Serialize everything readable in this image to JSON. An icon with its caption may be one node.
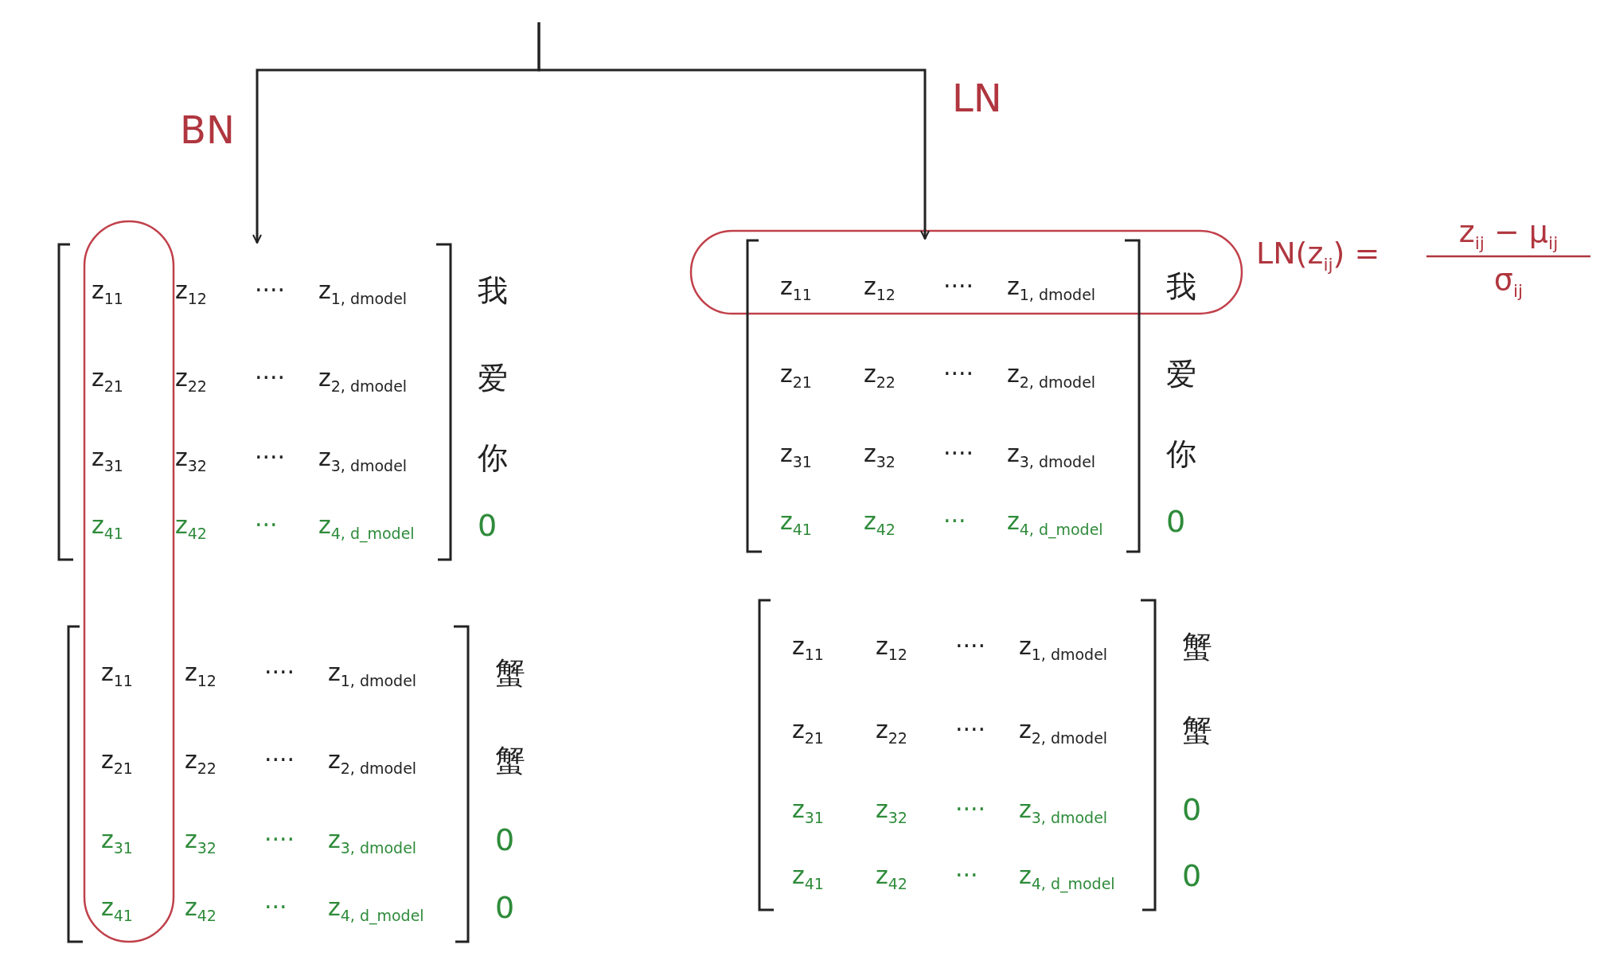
{
  "diagram": {
    "nodes": [
      {
        "text": [
          "z$_{11}$",
          "z$_{12}$",
          "····",
          "z$_{1, dmodel}$",
          "z$_{21}$",
          "z$_{22}$",
          "····",
          "z$_{2, dmodel}$",
          "z$_{31}$",
          "z$_{32}$",
          "····",
          "z$_{3, dmodel}$",
          "z$_{41}$",
          "z$_{42}$",
          "···",
          "z$_{4, d_model}$"
        ],
        "beside": [
          "我",
          "爱",
          "你",
          "0"
        ]
      },
      {
        "text": [
          "z$_{11}$",
          "z$_{12}$",
          "····",
          "z$_{1, dmodel}$",
          "z$_{21}$",
          "z$_{22}$",
          "····",
          "z$_{2, dmodel}$",
          "z$_{31}$",
          "z$_{32}$",
          "····",
          "z$_{3, dmodel}$",
          "z$_{41}$",
          "z$_{42}$",
          "···",
          "z$_{4, d_model}$"
        ],
        "beside": [
          "蟹",
          "蟹",
          "0",
          "0"
        ]
      },
      {
        "text": [
          "z$_{11}$",
          "z$_{12}$",
          "····",
          "z$_{1, dmodel}$",
          "z$_{21}$",
          "z$_{22}$",
          "····",
          "z$_{2, dmodel}$",
          "z$_{31}$",
          "z$_{32}$",
          "····",
          "z$_{3, dmodel}$",
          "z$_{41}$",
          "z$_{42}$",
          "···",
          "z$_{4, d_model}$"
        ],
        "beside": [
          "我",
          "爱",
          "你",
          "0"
        ]
      },
      {
        "text": [
          "z$_{11}$",
          "z$_{12}$",
          "····",
          "z$_{1, dmodel}$",
          "z$_{21}$",
          "z$_{22}$",
          "····",
          "z$_{2, dmodel}$",
          "z$_{31}$",
          "z$_{32}$",
          "····",
          "z$_{3, dmodel}$",
          "z$_{41}$",
          "z$_{42}$",
          "···",
          "z$_{4, d_model}$"
        ],
        "beside": [
          "蟹",
          "蟹",
          "0",
          "0"
        ]
      }
    ],
    "edges": [
      {
        "from": null,
        "to": 0,
        "arrow": "to",
        "label": "BN"
      },
      {
        "from": null,
        "to": 2,
        "arrow": "to",
        "label": "LN"
      }
    ],
    "labels": [
      "LN(z$_{ij}$) =",
      "z$_{ij}$ − μ$_{ij}$",
      "σ$_{ij}$"
    ]
  }
}
